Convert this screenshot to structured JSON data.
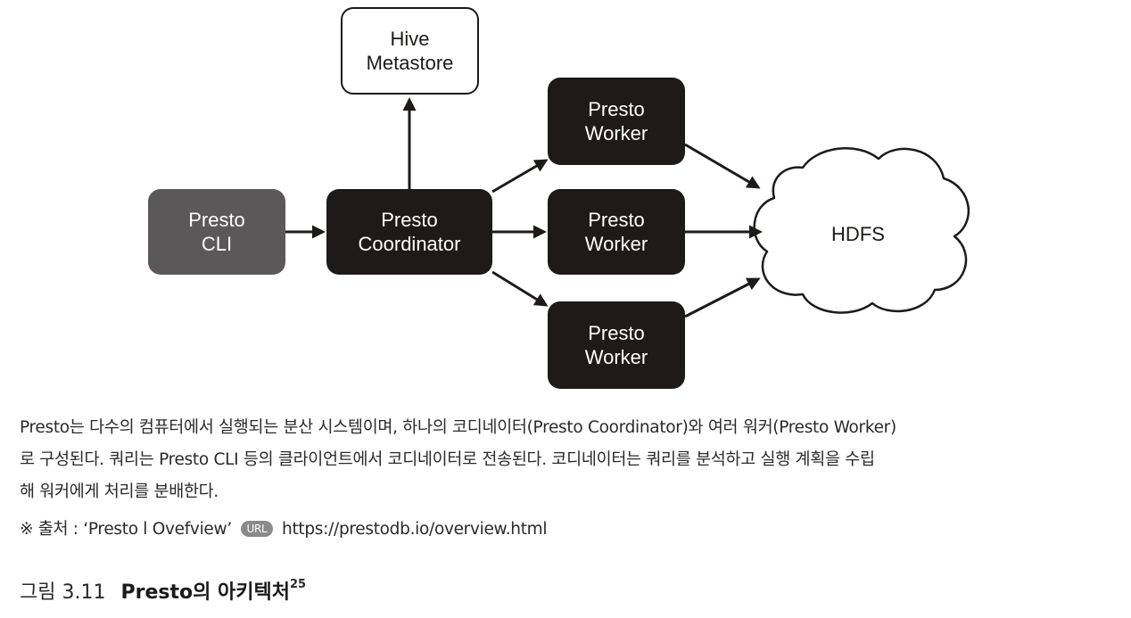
{
  "diagram": {
    "nodes": {
      "hive": [
        "Hive",
        "Metastore"
      ],
      "cli": [
        "Presto",
        "CLI"
      ],
      "coordinator": [
        "Presto",
        "Coordinator"
      ],
      "worker_top": [
        "Presto",
        "Worker"
      ],
      "worker_mid": [
        "Presto",
        "Worker"
      ],
      "worker_bot": [
        "Presto",
        "Worker"
      ],
      "hdfs": "HDFS"
    },
    "colors": {
      "dark_node": "#1d1a19",
      "gray_node": "#5a5858",
      "line": "#1d1a19"
    }
  },
  "caption": {
    "lines": [
      "Presto는 다수의 컴퓨터에서 실행되는 분산 시스템이며, 하나의 코디네이터(Presto Coordinator)와 여러 워커(Presto Worker)",
      "로 구성된다. 쿼리는 Presto CLI 등의 클라이언트에서 코디네이터로 전송된다. 코디네이터는 쿼리를 분석하고 실행 계획을 수립",
      "해 워커에게 처리를 분배한다."
    ],
    "source_prefix": "※ 출처 : ‘Presto l Ovefview’",
    "url_badge": "URL",
    "source_url": "https://prestodb.io/overview.html"
  },
  "figure": {
    "number": "그림 3.11",
    "title": "Presto의 아키텍처",
    "footnote": "25"
  }
}
